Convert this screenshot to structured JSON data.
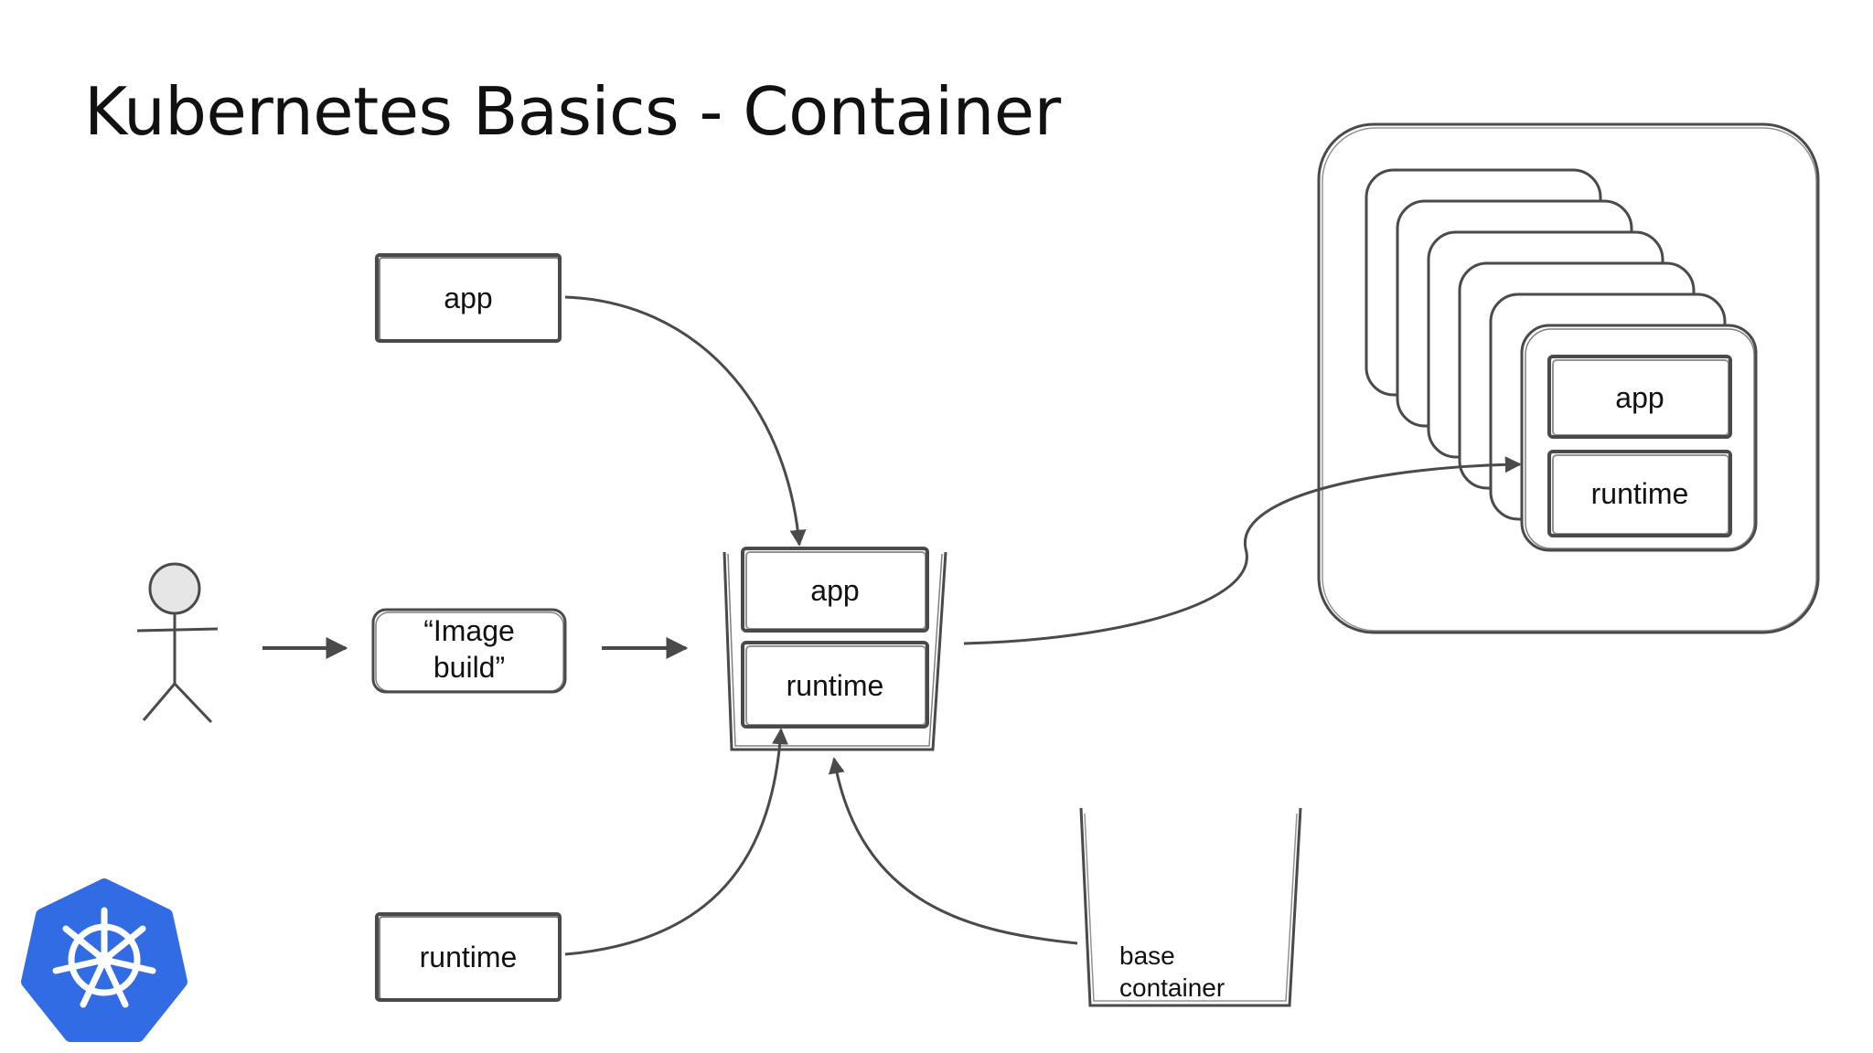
{
  "slide": {
    "title": "Kubernetes Basics - Container"
  },
  "inputs": {
    "app_label": "app",
    "runtime_label": "runtime"
  },
  "build": {
    "label_line1": "“Image",
    "label_line2": "build”"
  },
  "image": {
    "app_label": "app",
    "runtime_label": "runtime"
  },
  "base": {
    "label_line1": "base",
    "label_line2": "container"
  },
  "deployed": {
    "app_label": "app",
    "runtime_label": "runtime"
  },
  "colors": {
    "stroke": "#4a4a4a",
    "text": "#111111",
    "logo": "#326ce5",
    "person_head": "#e6e6e6"
  },
  "icons": {
    "user": "stick-figure-icon",
    "logo": "kubernetes-wheel-icon"
  }
}
